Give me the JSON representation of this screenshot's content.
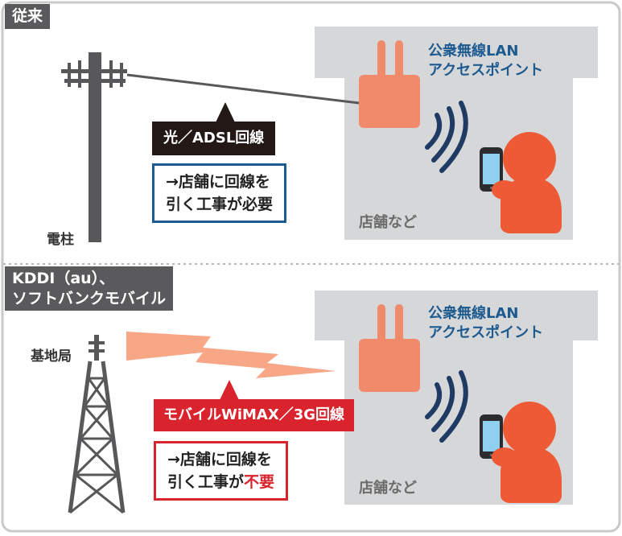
{
  "colors": {
    "background": "#ffffff",
    "section_border": "#c9c9c9",
    "store_gray": "#d6d7d8",
    "tag_gray": "#5a5a5c",
    "router_orange": "#f08a6b",
    "person_orange": "#ee5a36",
    "signal_navy": "#1f3a63",
    "beam_orange": "#f7a786",
    "black_label": "#231815",
    "red_label": "#d9232d",
    "blue_text": "#1d5a8f"
  },
  "icons": [
    "utility-pole-icon",
    "router-icon",
    "person-icon",
    "smartphone-icon",
    "wifi-waves-icon",
    "radio-tower-icon",
    "signal-beam-icon"
  ],
  "top": {
    "tag": "従来",
    "pole_label": "電柱",
    "line_label": "光／ADSL回線",
    "note_line1": "→店舗に回線を",
    "note_line2": "引く工事が必要",
    "ap_line1": "公衆無線LAN",
    "ap_line2": "アクセスポイント",
    "store_label": "店舗など"
  },
  "bottom": {
    "tag_line1": "KDDI（au）、",
    "tag_line2": "ソフトバンクモバイル",
    "tower_label": "基地局",
    "line_label": "モバイルWiMAX／3G回線",
    "note_line1": "→店舗に回線を",
    "note_line2_prefix": "引く工事が",
    "note_line2_accent": "不要",
    "ap_line1": "公衆無線LAN",
    "ap_line2": "アクセスポイント",
    "store_label": "店舗など"
  }
}
